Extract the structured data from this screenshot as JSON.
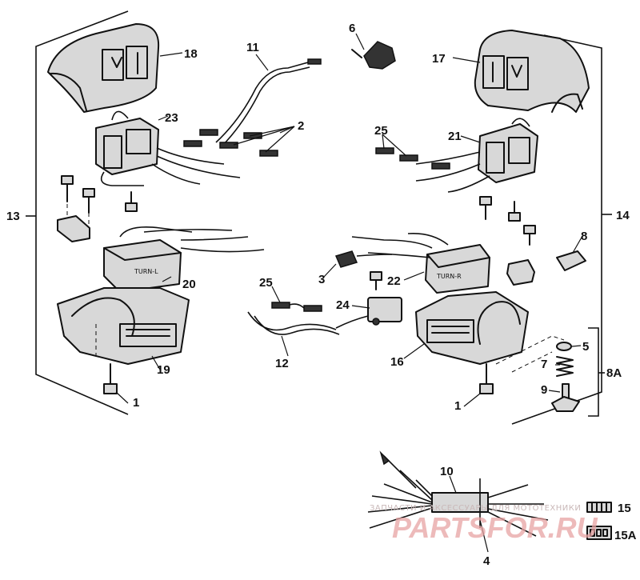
{
  "callouts": {
    "c1_left": "1",
    "c1_right": "1",
    "c2": "2",
    "c3": "3",
    "c4": "4",
    "c5": "5",
    "c6": "6",
    "c7": "7",
    "c8": "8",
    "c8a": "8A",
    "c9": "9",
    "c10": "10",
    "c11": "11",
    "c12": "12",
    "c13": "13",
    "c14": "14",
    "c15": "15",
    "c15a": "15A",
    "c16": "16",
    "c17": "17",
    "c18": "18",
    "c19": "19",
    "c20": "20",
    "c21": "21",
    "c22": "22",
    "c23": "23",
    "c24": "24",
    "c25_top": "25",
    "c25_mid": "25"
  },
  "part_labels": {
    "turn_left": "TURN-L",
    "turn_right": "TURN-R"
  },
  "watermark": {
    "line1": "ЗАПЧАСТИ И АКСЕССУАРЫ ДЛЯ МОТОТЕХНИКИ",
    "line2": "PARTSFOR.RU"
  }
}
